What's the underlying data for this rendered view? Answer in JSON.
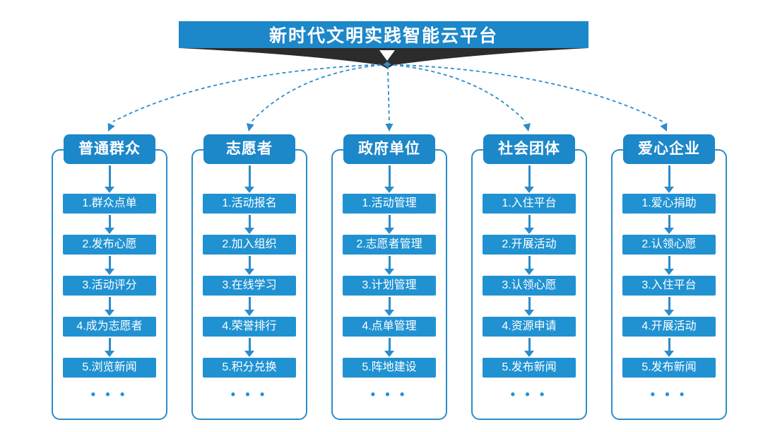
{
  "title": "新时代文明实践智能云平台",
  "ellipsis": "● ● ●",
  "colors": {
    "primary": "#1C87C9",
    "step": "#2092D2",
    "line": "#2C8CCB",
    "dark": "#2D2B2B"
  },
  "columns": [
    {
      "header": "普通群众",
      "steps": [
        "1.群众点单",
        "2.发布心愿",
        "3.活动评分",
        "4.成为志愿者",
        "5.浏览新闻"
      ]
    },
    {
      "header": "志愿者",
      "steps": [
        "1.活动报名",
        "2.加入组织",
        "3.在线学习",
        "4.荣誉排行",
        "5.积分兑换"
      ]
    },
    {
      "header": "政府单位",
      "steps": [
        "1.活动管理",
        "2.志愿者管理",
        "3.计划管理",
        "4.点单管理",
        "5.阵地建设"
      ]
    },
    {
      "header": "社会团体",
      "steps": [
        "1.入住平台",
        "2.开展活动",
        "3.认领心愿",
        "4.资源申请",
        "5.发布新闻"
      ]
    },
    {
      "header": "爱心企业",
      "steps": [
        "1.爱心捐助",
        "2.认领心愿",
        "3.入住平台",
        "4.开展活动",
        "5.发布新闻"
      ]
    }
  ]
}
